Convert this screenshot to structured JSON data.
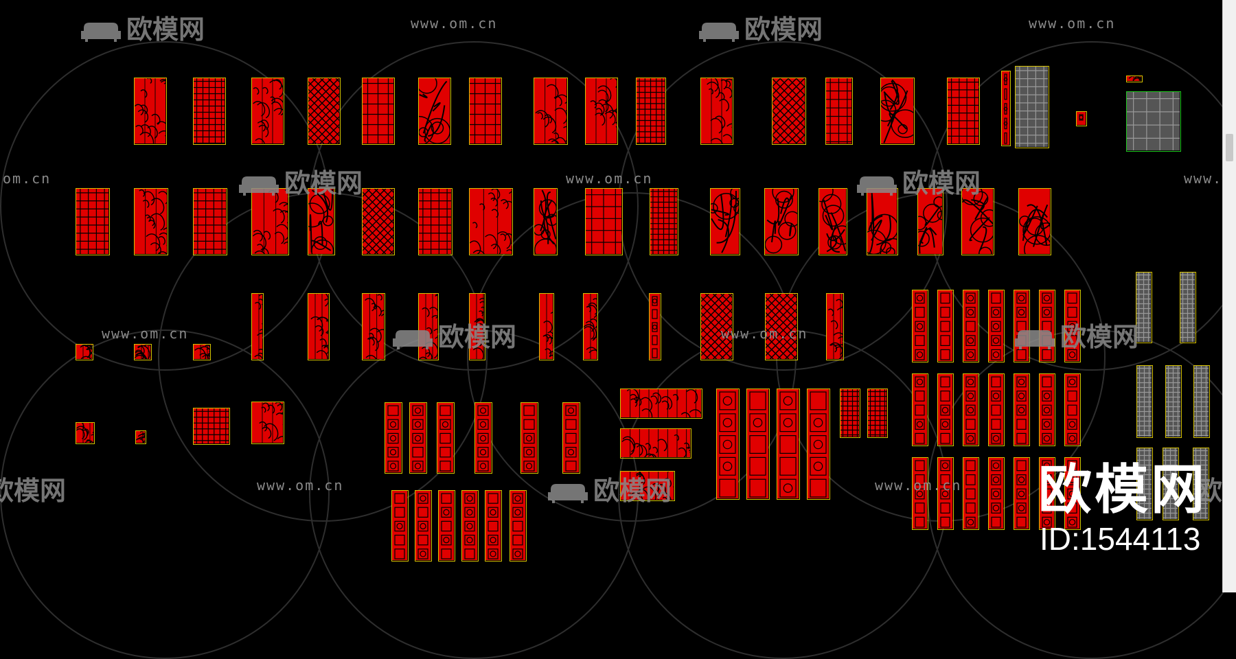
{
  "watermark": {
    "logo_text": "欧模网",
    "url_text": "www.om.cn",
    "url_text_cut": "om.cn",
    "url_text_cut2": "www.",
    "logo_text_cut": "欧模网"
  },
  "brand": {
    "name": "欧模网",
    "id_label": "ID:1544113"
  },
  "colors": {
    "background": "#000000",
    "pattern": "#ff0000",
    "frame": "#d8c300",
    "alt_frame": "#1ec91e",
    "watermark": "#8a8a8a"
  }
}
